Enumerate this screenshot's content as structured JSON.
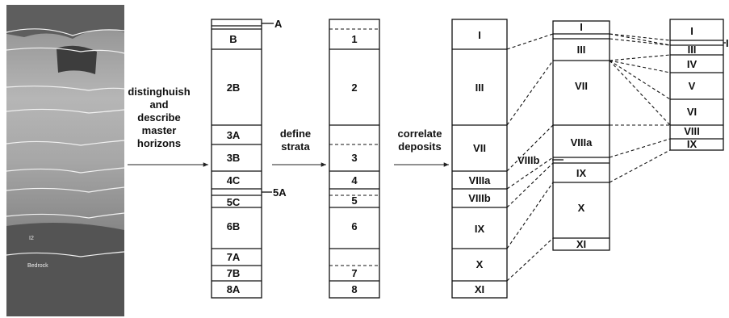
{
  "photo": {
    "labels": [
      "I2",
      "Bedrock"
    ]
  },
  "steps": {
    "step1": [
      "distinghuish",
      "and",
      "describe",
      "master",
      "horizons"
    ],
    "step2": [
      "define",
      "strata"
    ],
    "step3": [
      "correlate",
      "deposits"
    ]
  },
  "horizons": {
    "column_labels": [
      "B",
      "2B",
      "3A",
      "3B",
      "4C",
      "5C",
      "6B",
      "7A",
      "7B",
      "8A"
    ],
    "callouts": [
      "A",
      "5A"
    ]
  },
  "strata": {
    "labels": [
      "1",
      "2",
      "3",
      "4",
      "5",
      "6",
      "7",
      "8"
    ]
  },
  "deposits_a": {
    "labels": [
      "I",
      "III",
      "VII",
      "VIIIa",
      "VIIIb",
      "IX",
      "X",
      "XI"
    ]
  },
  "deposits_b": {
    "labels": [
      "I",
      "III",
      "VII",
      "VIIIa",
      "IX",
      "X",
      "XI"
    ],
    "callout": "VIIIb"
  },
  "deposits_c": {
    "labels": [
      "I",
      "III",
      "IV",
      "V",
      "VI",
      "VIII",
      "IX"
    ],
    "callout": "I"
  },
  "colors": {
    "line": "#111111",
    "photo_dark": "#4a4a4a",
    "photo_light": "#bdbdbd"
  }
}
